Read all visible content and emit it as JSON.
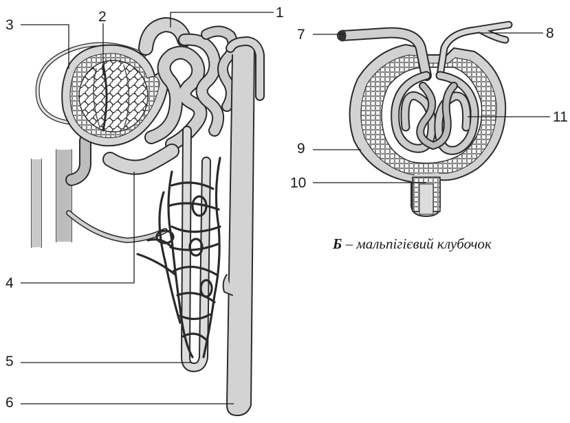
{
  "labels": {
    "l1": "1",
    "l2": "2",
    "l3": "3",
    "l4": "4",
    "l5": "5",
    "l6": "6",
    "l7": "7",
    "l8": "8",
    "l9": "9",
    "l10": "10",
    "l11": "11"
  },
  "caption": {
    "letter": "Б",
    "text": " – мальпігієвий клубочок"
  },
  "colors": {
    "vessel_fill": "#cfcfcf",
    "vessel_stroke": "#2a2a2a",
    "line": "#1a1a1a",
    "background": "#ffffff"
  }
}
